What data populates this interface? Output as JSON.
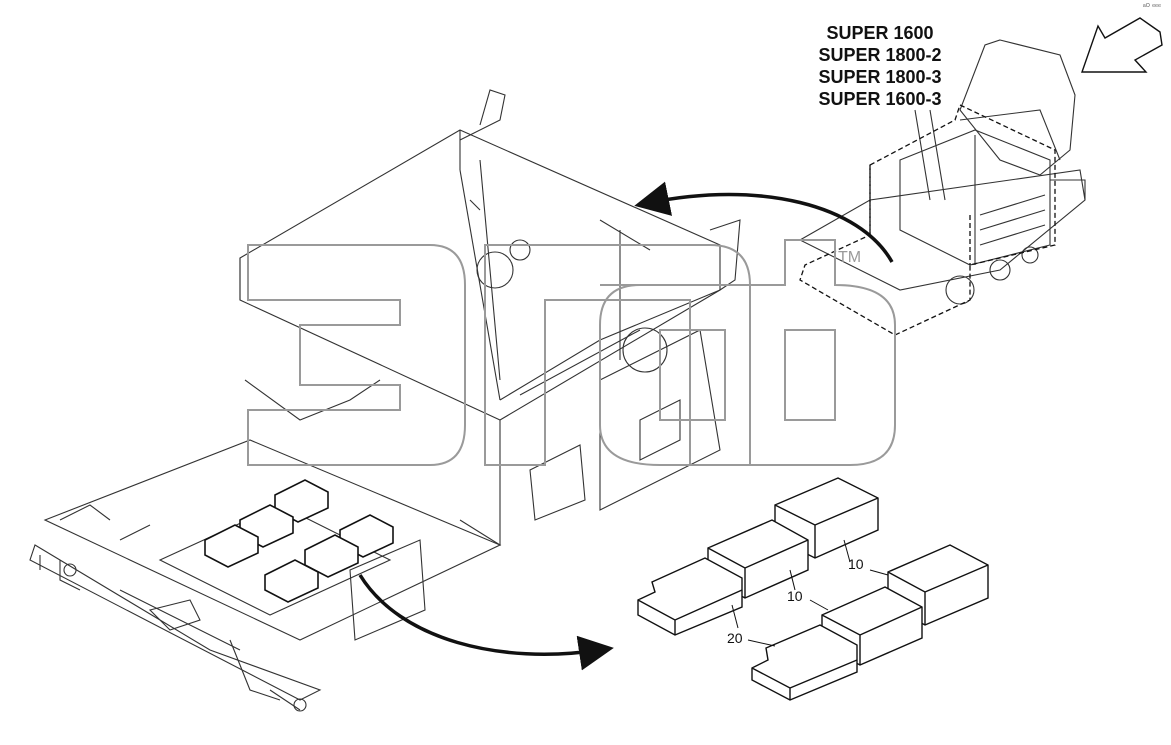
{
  "diagram": {
    "models": [
      "SUPER 1600",
      "SUPER 1800-2",
      "SUPER 1800-3",
      "SUPER 1600-3"
    ],
    "watermark": "эпф",
    "trademark": "TM",
    "corner_mark": "ᵃᴼ ᵉᵉᵉ",
    "callouts": {
      "upper_block": "10",
      "middle_block": "10",
      "front_block": "20"
    }
  },
  "colors": {
    "line": "#111111",
    "watermark_outline": "#9a9a9a"
  }
}
